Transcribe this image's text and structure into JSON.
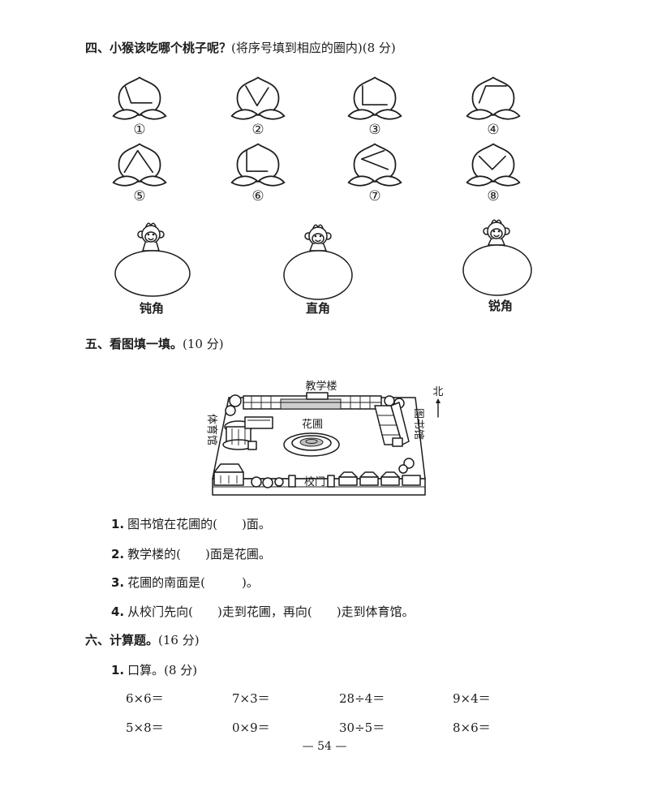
{
  "section4": {
    "title_main": "四、小猴该吃哪个桃子呢？",
    "title_note": "(将序号填到相应的圈内)(8 分)",
    "peaches": [
      "①",
      "②",
      "③",
      "④",
      "⑤",
      "⑥",
      "⑦",
      "⑧"
    ],
    "circles": [
      "钝角",
      "直角",
      "锐角"
    ]
  },
  "section5": {
    "title_main": "五、看图填一填。",
    "title_note": "(10 分)",
    "map": {
      "teaching_building": "教学楼",
      "north": "北",
      "library": "图书馆",
      "gym": "体育馆",
      "garden": "花圃",
      "gate": "校门"
    },
    "questions": [
      {
        "num": "1.",
        "text": "图书馆在花圃的(　　)面。"
      },
      {
        "num": "2.",
        "text": "教学楼的(　　)面是花圃。"
      },
      {
        "num": "3.",
        "text": "花圃的南面是(　　　)。"
      },
      {
        "num": "4.",
        "text": "从校门先向(　　)走到花圃，再向(　　)走到体育馆。"
      }
    ]
  },
  "section6": {
    "title_main": "六、计算题。",
    "title_note": "(16 分)",
    "sub1": {
      "num": "1.",
      "text": "口算。(8 分)"
    },
    "rows": [
      [
        "6×6＝",
        "7×3＝",
        "28÷4＝",
        "9×4＝"
      ],
      [
        "5×8＝",
        "0×9＝",
        "30÷5＝",
        "8×6＝"
      ]
    ]
  },
  "page_number": "— 54 —"
}
